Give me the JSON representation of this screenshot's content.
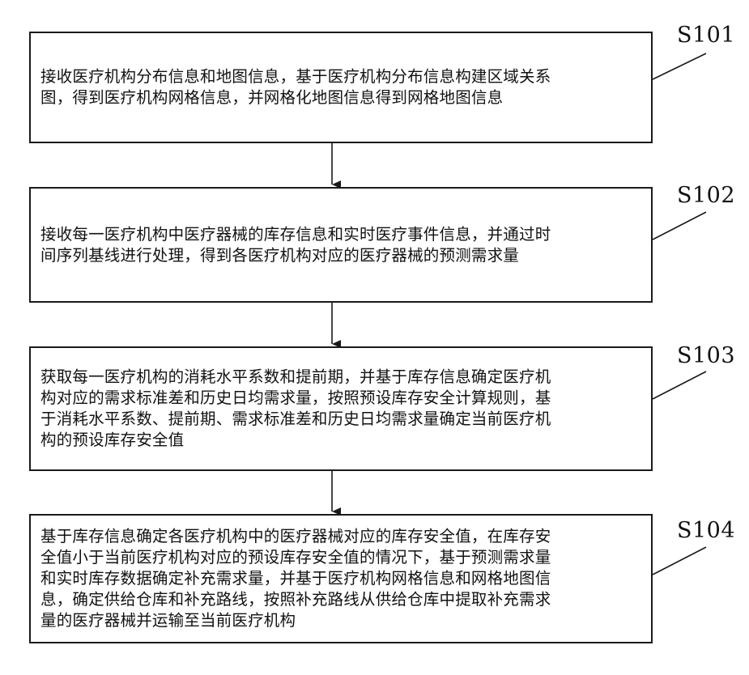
{
  "steps": [
    {
      "id": "S101",
      "text": "接收医疗机构分布信息和地图信息，基于医疗机构分布信息构建区域关系\n图，得到医疗机构网格信息，并网格化地图信息得到网格地图信息"
    },
    {
      "id": "S102",
      "text": "接收每一医疗机构中医疗器械的库存信息和实时医疗事件信息，并通过时\n间序列基线进行处理，得到各医疗机构对应的医疗器械的预测需求量"
    },
    {
      "id": "S103",
      "text": "获取每一医疗机构的消耗水平系数和提前期，并基于库存信息确定医疗机\n构对应的需求标准差和历史日均需求量，按照预设库存安全计算规则，基\n于消耗水平系数、提前期、需求标准差和历史日均需求量确定当前医疗机\n构的预设库存安全值"
    },
    {
      "id": "S104",
      "text": "基于库存信息确定各医疗机构中的医疗器械对应的库存安全值，在库存安\n全值小于当前医疗机构对应的预设库存安全值的情况下，基于预测需求量\n和实时库存数据确定补充需求量，并基于医疗机构网格信息和网格地图信\n息，确定供给仓库和补充路线，按照补充路线从供给仓库中提取补充需求\n量的医疗器械并运输至当前医疗机构"
    }
  ]
}
